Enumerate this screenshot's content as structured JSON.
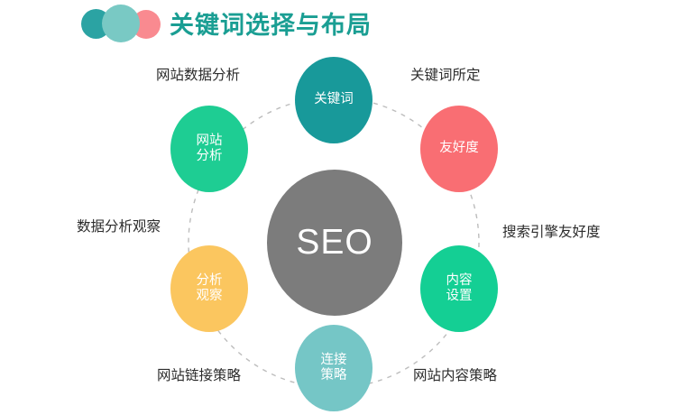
{
  "header": {
    "title": "关键词选择与布局",
    "title_color": "#1a9e93",
    "dots": [
      {
        "name": "teal-dot",
        "color": "#2ba3a3"
      },
      {
        "name": "light-teal-dot",
        "color": "#79c9c4"
      },
      {
        "name": "pink-dot",
        "color": "#f98a90"
      }
    ]
  },
  "diagram": {
    "type": "hub-and-spoke-circles",
    "center": {
      "label": "SEO",
      "color": "#7c7c7c",
      "text_color": "#ffffff"
    },
    "ring": {
      "style": "dashed",
      "color": "#b9b9b9"
    },
    "nodes": [
      {
        "id": "keyword",
        "position": "top",
        "lines": [
          "关键词"
        ],
        "color": "#18999a",
        "outer_label": "关键词所定",
        "outer_label_position": "top-right"
      },
      {
        "id": "friendly",
        "position": "upper-right",
        "lines": [
          "友好度"
        ],
        "color": "#f96e73",
        "outer_label": "搜索引擎友好度",
        "outer_label_position": "right"
      },
      {
        "id": "content",
        "position": "lower-right",
        "lines": [
          "内容",
          "设置"
        ],
        "color": "#14cf94",
        "outer_label": "网站内容策略",
        "outer_label_position": "bottom-right"
      },
      {
        "id": "link",
        "position": "bottom",
        "lines": [
          "连接",
          "策略"
        ],
        "color": "#75c6c6",
        "outer_label": "网站链接策略",
        "outer_label_position": "bottom-left"
      },
      {
        "id": "analysis",
        "position": "lower-left",
        "lines": [
          "分析",
          "观察"
        ],
        "color": "#fbc65f",
        "outer_label": "数据分析观察",
        "outer_label_position": "left"
      },
      {
        "id": "site",
        "position": "upper-left",
        "lines": [
          "网站",
          "分析"
        ],
        "color": "#1ecd93",
        "outer_label": "网站数据分析",
        "outer_label_position": "top-left"
      }
    ],
    "labels": {
      "top_left": "网站数据分析",
      "top_right": "关键词所定",
      "left": "数据分析观察",
      "right": "搜索引擎友好度",
      "bottom_left": "网站链接策略",
      "bottom_right": "网站内容策略"
    },
    "node_text": {
      "keyword": "关键词",
      "friendly": "友好度",
      "content_1": "内容",
      "content_2": "设置",
      "link_1": "连接",
      "link_2": "策略",
      "analysis_1": "分析",
      "analysis_2": "观察",
      "site_1": "网站",
      "site_2": "分析"
    }
  }
}
